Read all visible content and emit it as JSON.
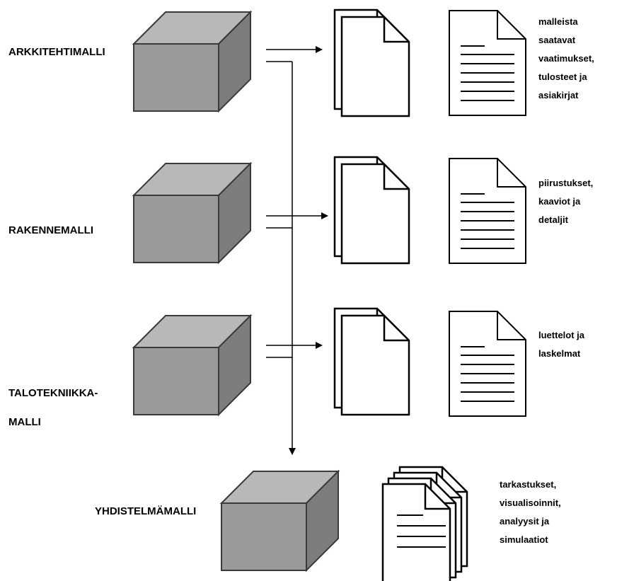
{
  "models": [
    {
      "name": "ARKKITEHTIMALLI"
    },
    {
      "name": "RAKENNEMALLI"
    },
    {
      "name": "TALOTEKNIIKKA-MALLI",
      "lines": [
        "TALOTEKNIIKKA-",
        "MALLI"
      ]
    },
    {
      "name": "YHDISTELMÄMALLI"
    }
  ],
  "outputs": [
    {
      "lines": [
        "malleista",
        "saatavat",
        "vaatimukset,",
        "tulosteet ja",
        "asiakirjat"
      ]
    },
    {
      "lines": [
        "piirustukset,",
        "kaaviot ja",
        "detaljit"
      ]
    },
    {
      "lines": [
        "luettelot ja",
        "laskelmat"
      ]
    },
    {
      "lines": [
        "tarkastukset,",
        "visualisoinnit,",
        "analyysit ja",
        "simulaatiot"
      ]
    }
  ],
  "colors": {
    "cube_front": "#9a9a9a",
    "cube_top": "#b8b8b8",
    "cube_side": "#7c7c7c",
    "stroke": "#3a3a3a"
  },
  "icons": [
    "cube-icon",
    "document-stack-icon",
    "document-icon"
  ]
}
